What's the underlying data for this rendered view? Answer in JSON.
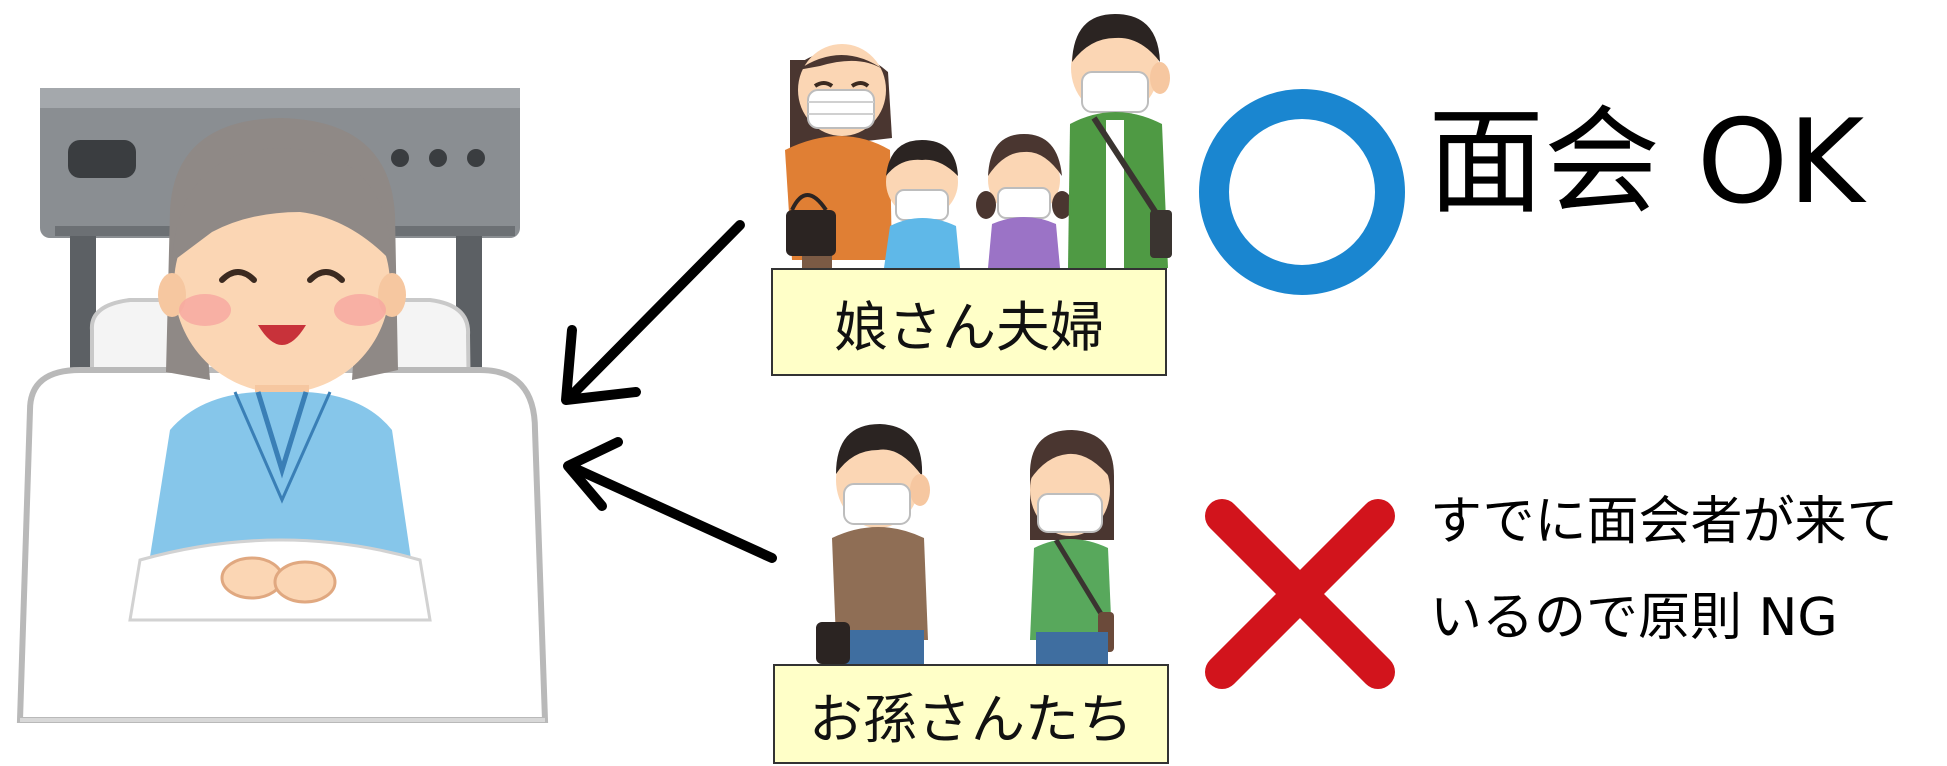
{
  "groups": [
    {
      "label": "娘さん夫婦",
      "verdict_symbol": "circle",
      "verdict_text": "面会 OK"
    },
    {
      "label": "お孫さんたち",
      "verdict_symbol": "cross",
      "verdict_text_lines": [
        "すでに面会者が来て",
        "いるので原則 NG"
      ]
    }
  ],
  "colors": {
    "ok_circle": "#1a86d0",
    "ng_cross": "#d2141c",
    "label_bg": "#ffffc8",
    "gown": "#86c6ea",
    "hair_gray": "#8f8986",
    "arrow": "#000000"
  },
  "icons": [
    "patient-in-bed",
    "daughter-icon",
    "husband-icon",
    "child-boy-icon",
    "child-girl-icon",
    "grandson-icon",
    "granddaughter-icon",
    "ok-circle-icon",
    "ng-cross-icon"
  ]
}
